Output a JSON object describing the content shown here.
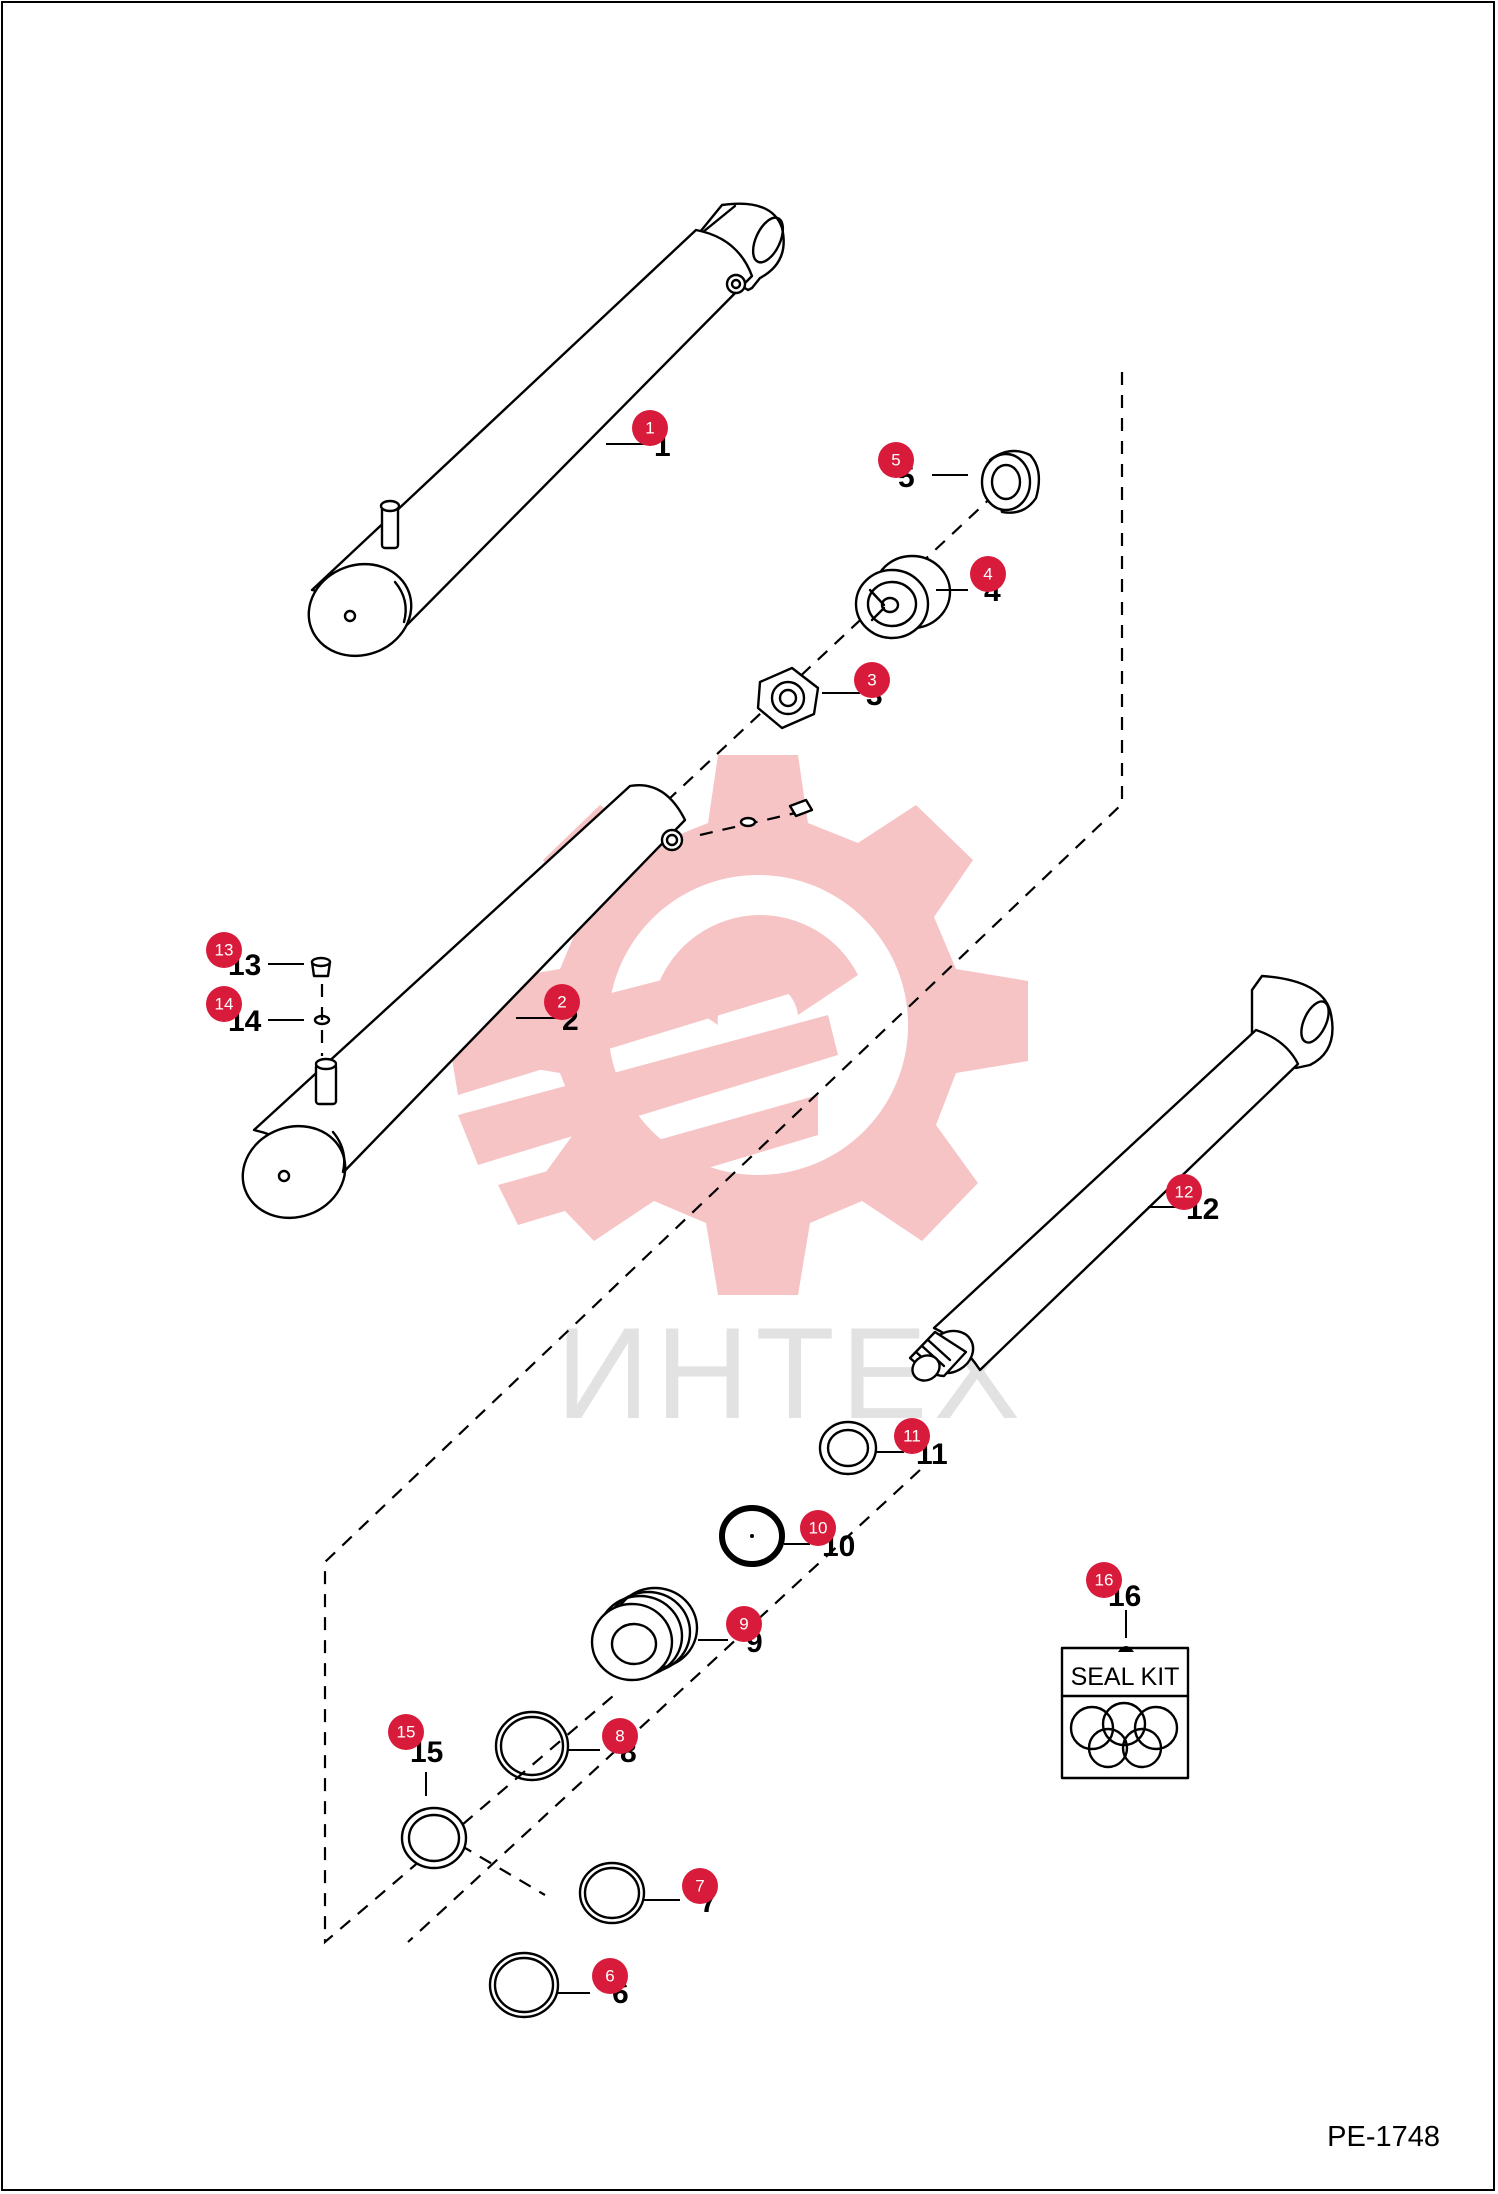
{
  "watermark": {
    "text": "ИНТЕХ",
    "color": "#f7c4c6"
  },
  "accent_color": "#d81b3a",
  "callouts": [
    {
      "id": "1",
      "label": "1"
    },
    {
      "id": "2",
      "label": "2"
    },
    {
      "id": "3",
      "label": "3"
    },
    {
      "id": "4",
      "label": "4"
    },
    {
      "id": "5",
      "label": "5"
    },
    {
      "id": "6",
      "label": "6"
    },
    {
      "id": "7",
      "label": "7"
    },
    {
      "id": "8",
      "label": "8"
    },
    {
      "id": "9",
      "label": "9"
    },
    {
      "id": "10",
      "label": "10"
    },
    {
      "id": "11",
      "label": "11"
    },
    {
      "id": "12",
      "label": "12"
    },
    {
      "id": "13",
      "label": "13"
    },
    {
      "id": "14",
      "label": "14"
    },
    {
      "id": "15",
      "label": "15"
    },
    {
      "id": "16",
      "label": "16"
    }
  ],
  "seal_kit": {
    "label": "SEAL KIT"
  },
  "drawing_code": "PE-1748"
}
